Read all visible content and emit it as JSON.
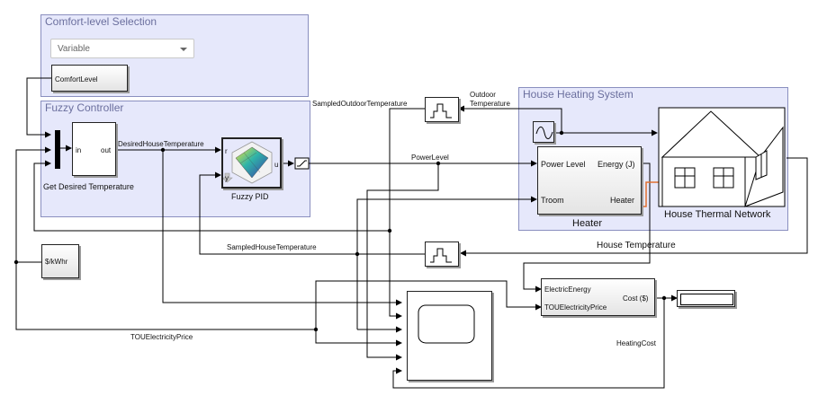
{
  "areas": {
    "comfort": "Comfort-level Selection",
    "fuzzy": "Fuzzy Controller",
    "house": "House Heating System"
  },
  "dropdown": {
    "value": "Variable"
  },
  "blocks": {
    "comfort_level": "ComfortLevel",
    "get_desired": "Get Desired Temperature",
    "fuzzy_pid": "Fuzzy PID",
    "price": "$/kWhr",
    "heater": "Heater",
    "house_network": "House Thermal Network",
    "lookup_in": "in",
    "lookup_out": "out",
    "pid_r": "r",
    "pid_y": "y",
    "pid_u": "u",
    "heater_power": "Power Level",
    "heater_energy": "Energy (J)",
    "heater_troom": "Troom",
    "heater_heater": "Heater",
    "cost_energy": "ElectricEnergy",
    "cost_tou": "TOUElectricityPrice",
    "cost_out": "Cost ($)"
  },
  "signals": {
    "desired": "DesiredHouseTemperature",
    "sampled_outdoor": "SampledOutdoorTemperature",
    "outdoor_line1": "Outdoor",
    "outdoor_line2": "Temperature",
    "power": "PowerLevel",
    "sampled_house": "SampledHouseTemperature",
    "house_temp": "House Temperature",
    "tou": "TOUElectricityPrice",
    "heating_cost": "HeatingCost"
  }
}
